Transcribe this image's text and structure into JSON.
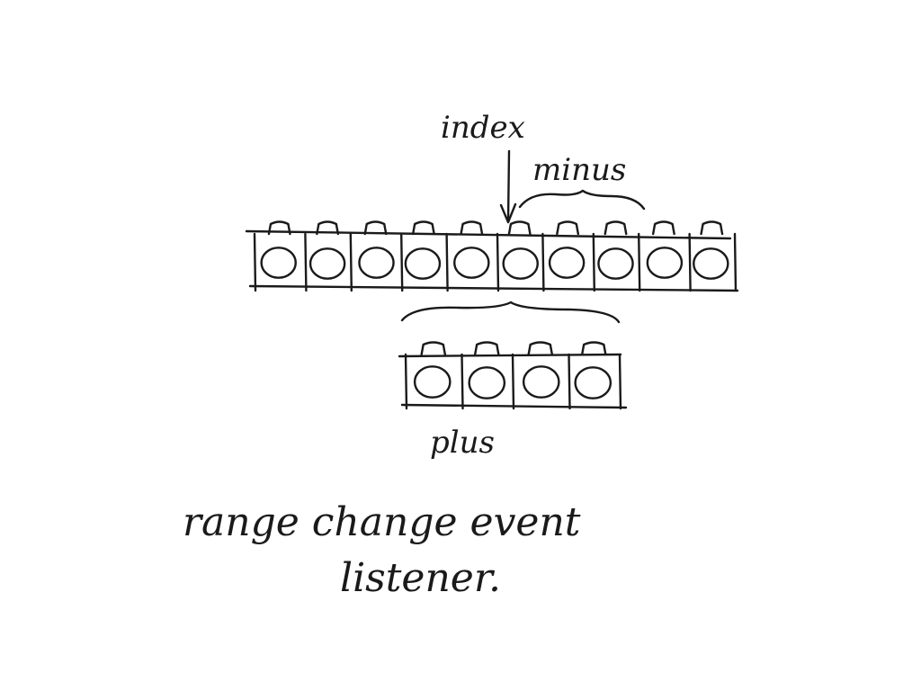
{
  "labels": {
    "index": "index",
    "minus": "minus",
    "plus": "plus",
    "caption_line1": "range change event",
    "caption_line2": "listener."
  },
  "top_array": {
    "cells": 10
  },
  "bottom_array": {
    "cells": 4
  },
  "ink_color": "#1a1a1a"
}
